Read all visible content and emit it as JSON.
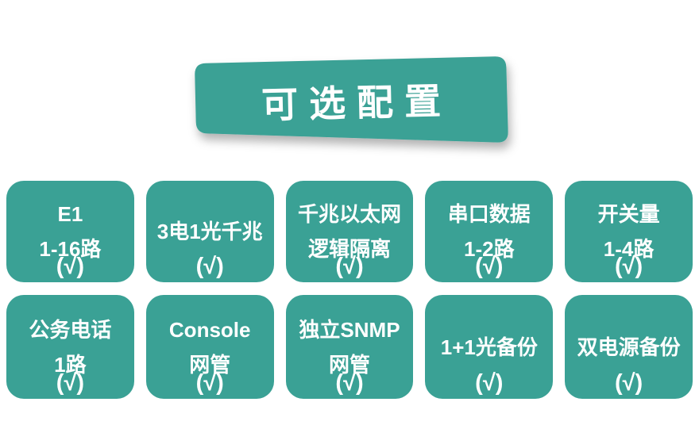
{
  "banner": {
    "title": "可选配置"
  },
  "colors": {
    "teal": "#3AA195",
    "text": "#FFFFFF",
    "background": "#FFFFFF",
    "shadow": "#000000"
  },
  "cards": [
    {
      "lines": [
        "E1",
        "1-16路"
      ],
      "check": "(√)"
    },
    {
      "lines": [
        "3电1光千兆"
      ],
      "check": "(√)"
    },
    {
      "lines": [
        "千兆以太网",
        "逻辑隔离"
      ],
      "check": "(√)"
    },
    {
      "lines": [
        "串口数据",
        "1-2路"
      ],
      "check": "(√)"
    },
    {
      "lines": [
        "开关量",
        "1-4路"
      ],
      "check": "(√)"
    },
    {
      "lines": [
        "公务电话",
        "1路"
      ],
      "check": "(√)"
    },
    {
      "lines": [
        "Console",
        "网管"
      ],
      "check": "(√)"
    },
    {
      "lines": [
        "独立SNMP",
        "网管"
      ],
      "check": "(√)"
    },
    {
      "lines": [
        "1+1光备份"
      ],
      "check": "(√)"
    },
    {
      "lines": [
        "双电源备份"
      ],
      "check": "(√)"
    }
  ]
}
